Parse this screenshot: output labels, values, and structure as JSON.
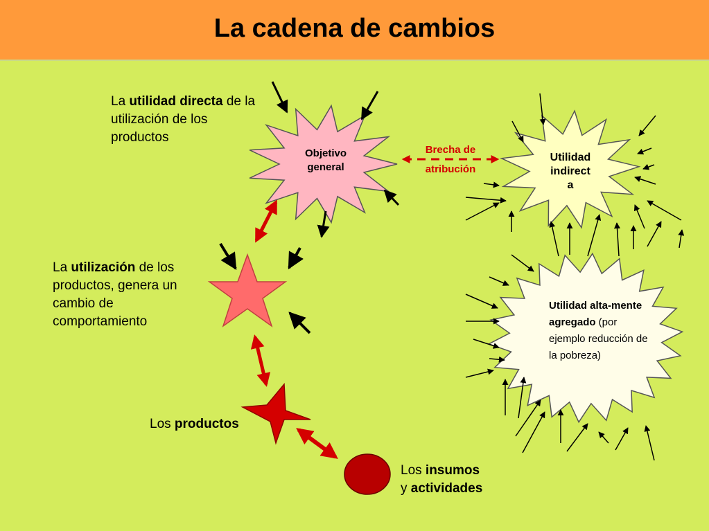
{
  "title": "La cadena de cambios",
  "labels": {
    "direct_pre": "La ",
    "direct_bold": "utilidad directa",
    "direct_rest": "de la utilización de los productos",
    "use_pre": "La ",
    "use_bold": "utilización",
    "use_rest": " de los productos, genera un cambio de comportamiento",
    "products_pre": "Los ",
    "products_bold": "productos",
    "inputs_pre": "Los ",
    "inputs_bold": "insumos",
    "inputs_mid": "y ",
    "inputs_bold2": "actividades"
  },
  "shapes": {
    "objective_line1": "Objetivo",
    "objective_line2": "general",
    "indirect_line1": "Utilidad",
    "indirect_line2": "indirect",
    "indirect_line3": "a",
    "high_bold": "Utilidad alta-mente agregado",
    "high_rest": " (por ejemplo reducción de la pobreza)"
  },
  "gap": {
    "line1": "Brecha de",
    "line2": "atribución"
  },
  "colors": {
    "header": "#ff9a3a",
    "background": "#d4ec5c",
    "objective_fill": "#ffb6c1",
    "indirect_fill": "#ffffc0",
    "high_fill": "#fffde8",
    "star_fill": "#ff6b6b",
    "product_fill": "#d40000",
    "inputs_fill": "#b80000",
    "arrow_red": "#d40000"
  }
}
